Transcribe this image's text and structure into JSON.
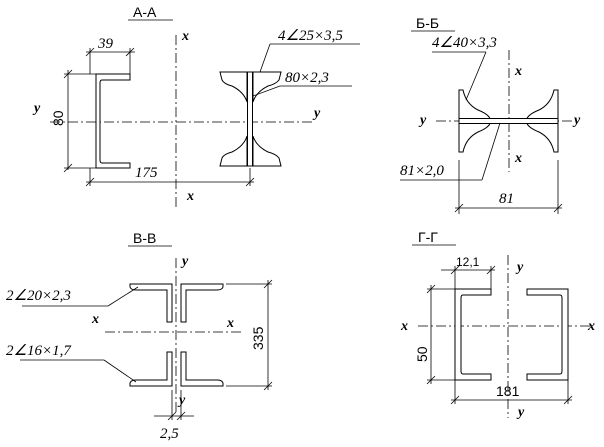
{
  "sections": {
    "aa": {
      "title": "А-А",
      "dim_flange": "39",
      "dim_height": "80",
      "dim_width": "175",
      "angle_label": "4∠25×3,5",
      "plate_label": "80×2,3",
      "axis_x_top": "x",
      "axis_x_bottom": "x",
      "axis_y_left": "y",
      "axis_y_right": "y"
    },
    "bb": {
      "title": "Б-Б",
      "angle_label": "4∠40×3,3",
      "plate_label": "81×2,0",
      "dim_width": "81",
      "axis_x_top": "x",
      "axis_x_bottom": "x",
      "axis_y_left": "y",
      "axis_y_right": "y"
    },
    "vv": {
      "title": "В-В",
      "angle_top_label": "2∠20×2,3",
      "angle_bottom_label": "2∠16×1,7",
      "dim_height": "335",
      "dim_gap": "2,5",
      "axis_x_left": "x",
      "axis_x_right": "x",
      "axis_y_top": "y",
      "axis_y_bottom": "y"
    },
    "gg": {
      "title": "Г-Г",
      "dim_flange": "12,1",
      "dim_height": "50",
      "dim_width": "181",
      "axis_x_left": "x",
      "axis_x_right": "x",
      "axis_y_top": "y",
      "axis_y_bottom": "y"
    }
  }
}
